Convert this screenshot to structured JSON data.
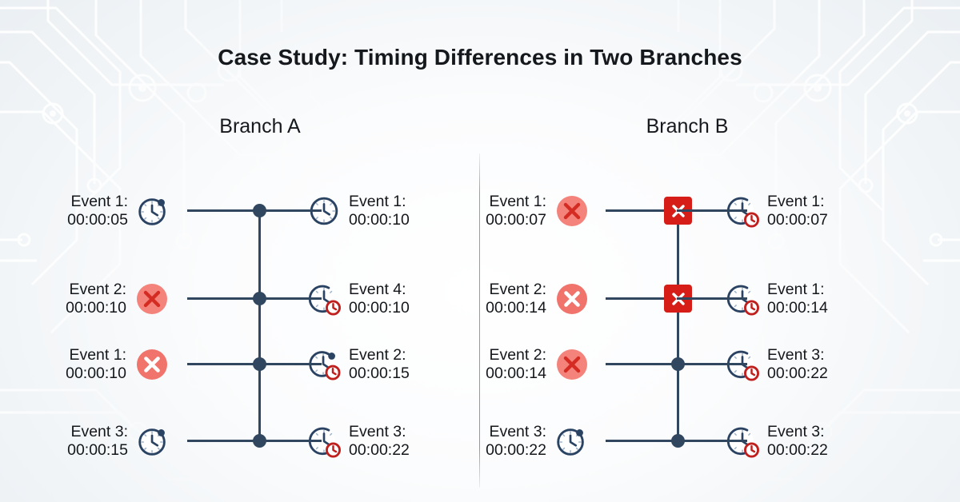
{
  "title": "Case Study: Timing Differences in Two Branches",
  "colors": {
    "ink": "#14171b",
    "spine": "#31465f",
    "clock_navy": "#2b4straight",
    "clock_stroke": "#2b4363",
    "badge_red": "#c0201d",
    "x_circle_fill": "#f4837c",
    "x_circle_stroke": "#d42b22",
    "x_box_fill": "#d61d18",
    "divider": "#848d98",
    "background": "#eef2f5"
  },
  "branches": [
    {
      "name": "branch-a",
      "title": "Branch A",
      "rows": [
        {
          "left": {
            "event": "Event 1:",
            "time": "00:00:05",
            "icon": "stopwatch-icon"
          },
          "junction": "dot-node",
          "right": {
            "event": "Event 1:",
            "time": "00:00:10",
            "icon": "clock-icon"
          }
        },
        {
          "left": {
            "event": "Event 2:",
            "time": "00:00:10",
            "icon": "error-circle-icon"
          },
          "junction": "dot-node",
          "right": {
            "event": "Event 4:",
            "time": "00:00:10",
            "icon": "clock-alert-icon"
          }
        },
        {
          "left": {
            "event": "Event 1:",
            "time": "00:00:10",
            "icon": "error-circle-white-icon"
          },
          "junction": "dot-node",
          "right": {
            "event": "Event 2:",
            "time": "00:00:15",
            "icon": "stopwatch-alert-icon"
          }
        },
        {
          "left": {
            "event": "Event 3:",
            "time": "00:00:15",
            "icon": "stopwatch-icon"
          },
          "junction": "dot-node",
          "right": {
            "event": "Event 3:",
            "time": "00:00:22",
            "icon": "clock-alert-icon"
          }
        }
      ]
    },
    {
      "name": "branch-b",
      "title": "Branch B",
      "rows": [
        {
          "left": {
            "event": "Event 1:",
            "time": "00:00:07",
            "icon": "error-circle-icon"
          },
          "junction": "error-square-node",
          "right": {
            "event": "Event 1:",
            "time": "00:00:07",
            "icon": "clock-alert-icon"
          }
        },
        {
          "left": {
            "event": "Event 2:",
            "time": "00:00:14",
            "icon": "error-circle-white-icon"
          },
          "junction": "error-square-node",
          "right": {
            "event": "Event 1:",
            "time": "00:00:14",
            "icon": "clock-alert-icon"
          }
        },
        {
          "left": {
            "event": "Event 2:",
            "time": "00:00:14",
            "icon": "error-circle-icon"
          },
          "junction": "dot-node",
          "right": {
            "event": "Event 3:",
            "time": "00:00:22",
            "icon": "clock-alert-icon"
          }
        },
        {
          "left": {
            "event": "Event 3:",
            "time": "00:00:22",
            "icon": "stopwatch-icon"
          },
          "junction": "dot-node",
          "right": {
            "event": "Event 3:",
            "time": "00:00:22",
            "icon": "clock-alert-icon"
          }
        }
      ]
    }
  ]
}
